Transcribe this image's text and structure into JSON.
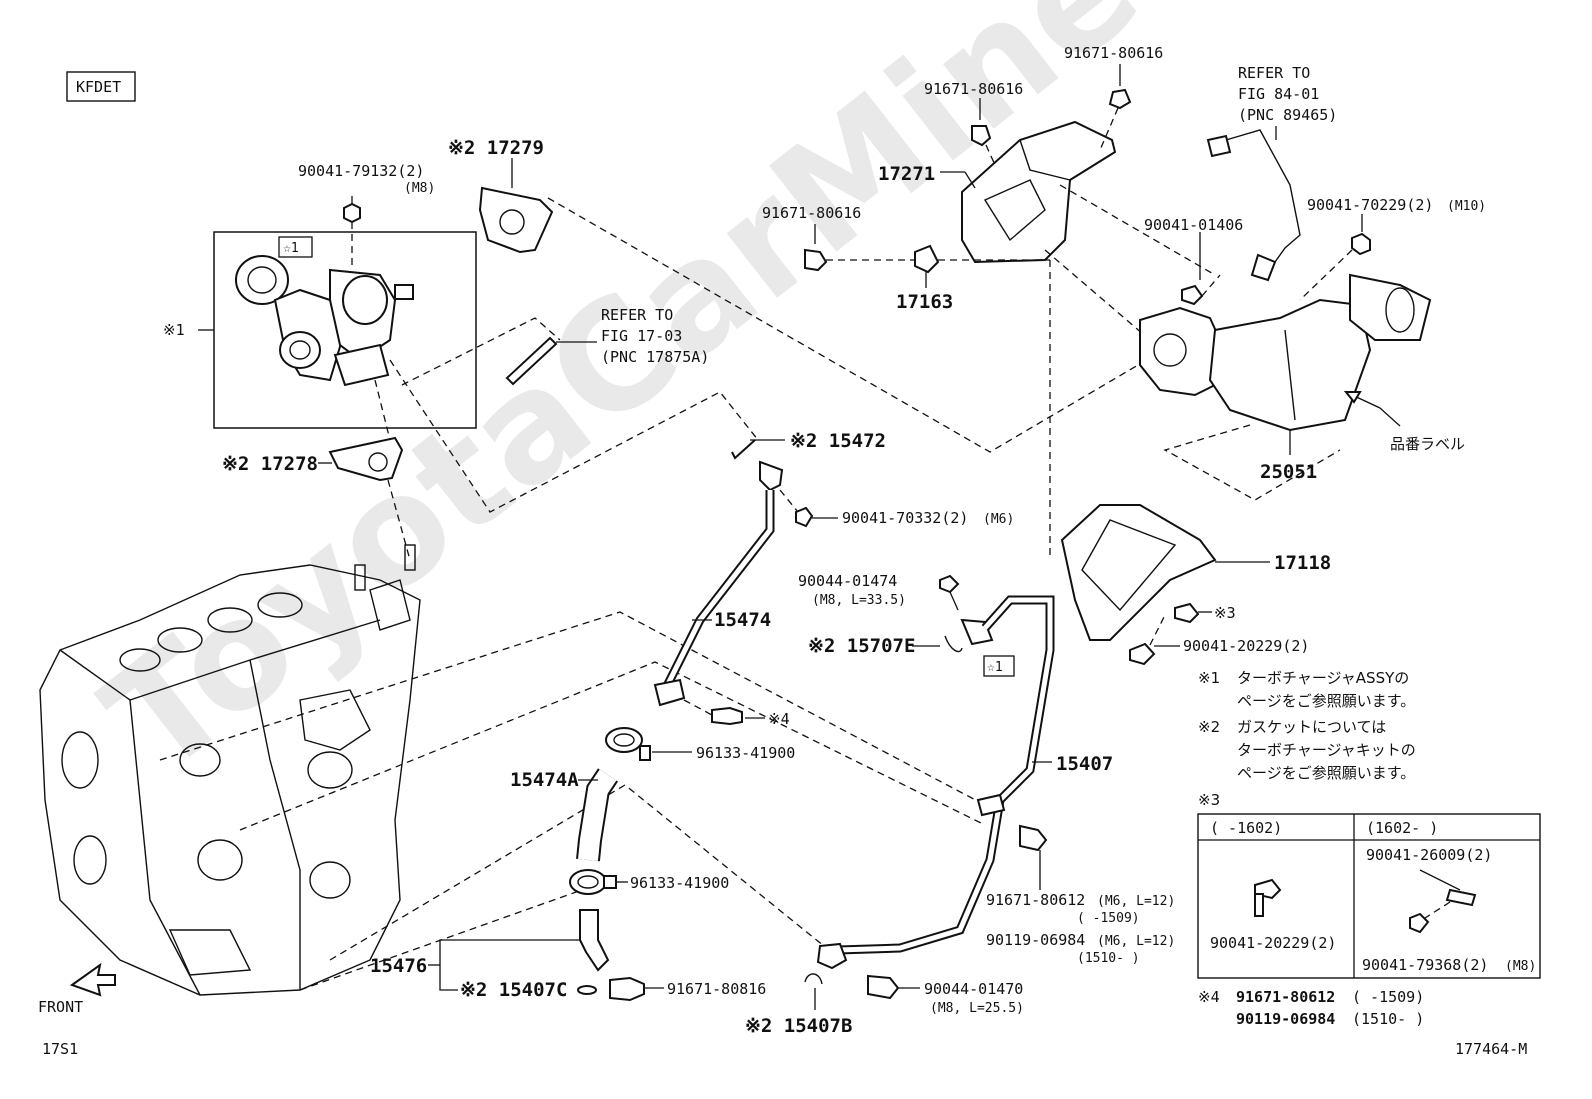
{
  "header": {
    "model_code": "KFDET"
  },
  "watermark": "ToyotaCarMine.ru",
  "footer": {
    "fig_code": "17S1",
    "illustration_id": "177464-M",
    "front_label": "FRONT"
  },
  "turbo_box_marker": "☆1",
  "labels": {
    "p17279": "※2 17279",
    "p90041_79132": "90041-79132(2)",
    "p90041_79132_spec": "(M8)",
    "p1": "※1",
    "refer17_a": "REFER TO",
    "refer17_b": "FIG 17-03",
    "refer17_c": "(PNC 17875A)",
    "p17278": "※2 17278",
    "p15472": "※2 15472",
    "p90041_70332": "90041-70332(2)",
    "p90041_70332_spec": "(M6)",
    "p15474": "15474",
    "p90044_01474": "90044-01474",
    "p90044_01474_spec": "(M8, L=33.5)",
    "p15707E": "※2 15707E",
    "star1": "☆1",
    "p4": "※4",
    "p96133_a": "96133-41900",
    "p15474A": "15474A",
    "p96133_b": "96133-41900",
    "p15407": "15407",
    "p15476": "15476",
    "p15407C": "※2 15407C",
    "p91671_80816": "91671-80816",
    "p15407B": "※2 15407B",
    "p90044_01470": "90044-01470",
    "p90044_01470_spec": "(M8, L=25.5)",
    "p91671_80612": "91671-80612",
    "p91671_80612_spec": "(M6, L=12)",
    "p91671_80612_range": "(     -1509)",
    "p90119_06984": "90119-06984",
    "p90119_06984_spec": "(M6, L=12)",
    "p90119_06984_range": "(1510-     )",
    "p91671_top": "91671-80616",
    "p91671_2": "91671-80616",
    "p17271": "17271",
    "p91671_3": "91671-80616",
    "p17163": "17163",
    "refer84_a": "REFER TO",
    "refer84_b": "FIG 84-01",
    "refer84_c": "(PNC 89465)",
    "p90041_70229": "90041-70229(2)",
    "p90041_70229_spec": "(M10)",
    "p90041_01406": "90041-01406",
    "label_jp": "品番ラベル",
    "p25051": "25051",
    "p17118": "17118",
    "p3": "※3",
    "p90041_20229": "90041-20229(2)"
  },
  "notes": {
    "n1_mark": "※1",
    "n1_line1": "ターボチャージャASSYの",
    "n1_line2": "ページをご参照願います。",
    "n2_mark": "※2",
    "n2_line1": "ガスケットについては",
    "n2_line2": "ターボチャージャキットの",
    "n2_line3": "ページをご参照願います。",
    "n3_mark": "※3"
  },
  "table3": {
    "col1_header": "(     -1602)",
    "col2_header": "(1602-     )",
    "col1_part": "90041-20229(2)",
    "col2_part_top": "90041-26009(2)",
    "col2_part_bottom": "90041-79368(2)",
    "col2_part_bottom_spec": "(M8)"
  },
  "note4": {
    "mark": "※4",
    "line1_part": "91671-80612",
    "line1_range": "(      -1509)",
    "line2_part": "90119-06984",
    "line2_range": "(1510-     )"
  }
}
